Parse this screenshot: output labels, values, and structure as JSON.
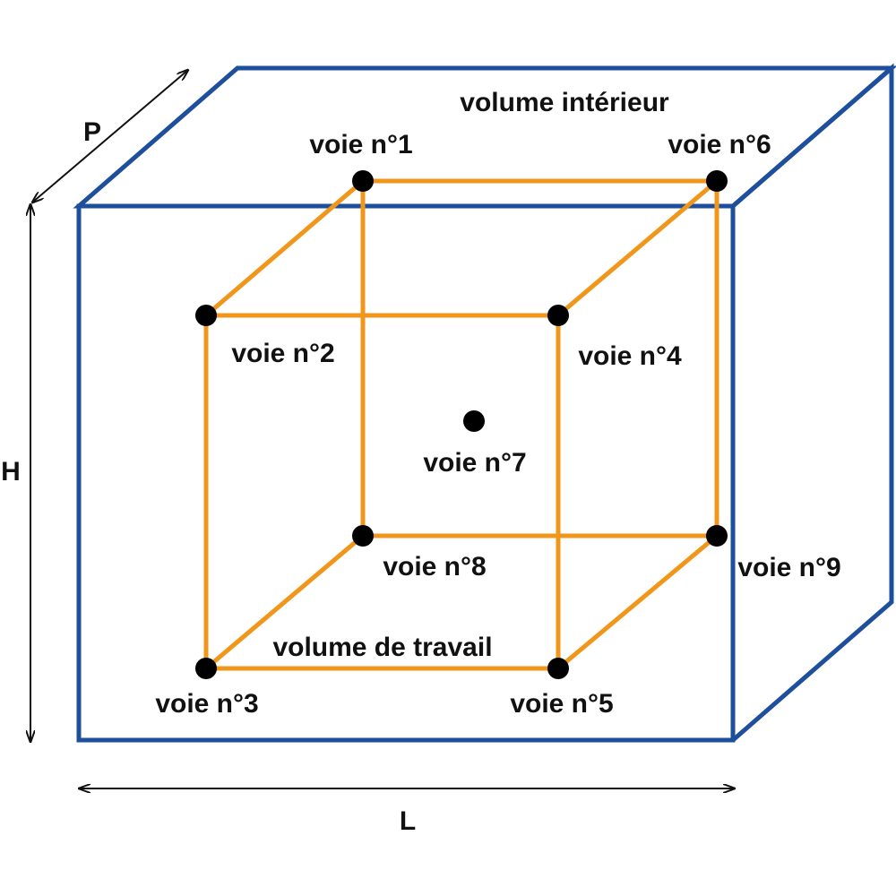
{
  "colors": {
    "outer_box": "#1d4f9c",
    "inner_cube": "#f0961a",
    "point": "#000000",
    "title": "#c8141e",
    "text": "#111111"
  },
  "title": "volume intérieur",
  "inner_label": "volume de travail",
  "dimensions": {
    "depth": "P",
    "height": "H",
    "length": "L"
  },
  "points": [
    {
      "id": "1",
      "label": "voie n°1"
    },
    {
      "id": "2",
      "label": "voie n°2"
    },
    {
      "id": "3",
      "label": "voie n°3"
    },
    {
      "id": "4",
      "label": "voie n°4"
    },
    {
      "id": "5",
      "label": "voie n°5"
    },
    {
      "id": "6",
      "label": "voie n°6"
    },
    {
      "id": "7",
      "label": "voie n°7"
    },
    {
      "id": "8",
      "label": "voie n°8"
    },
    {
      "id": "9",
      "label": "voie n°9"
    }
  ]
}
